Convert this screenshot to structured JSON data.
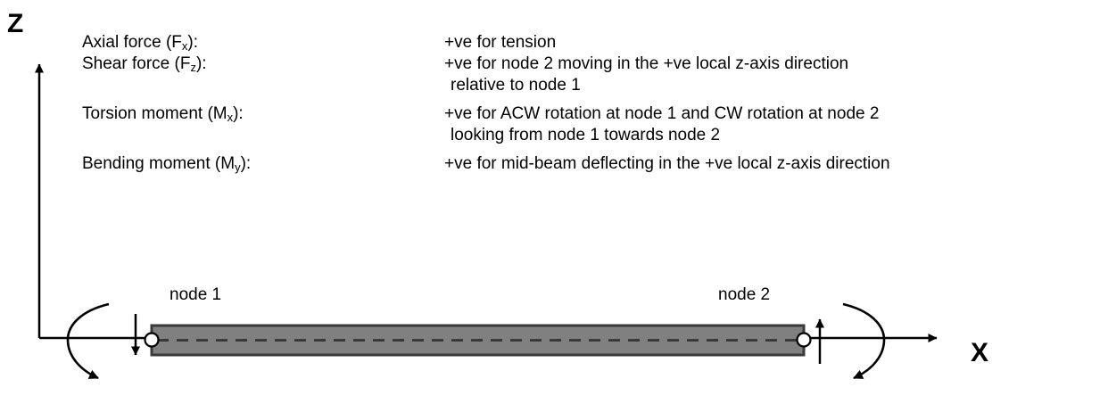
{
  "diagram": {
    "title_axes": {
      "z_axis_label": "Z",
      "x_axis_label": "X"
    },
    "sign_conventions": [
      {
        "name": "Axial force (F",
        "name_sub": "x",
        "name_tail": "):",
        "description": "+ve for tension",
        "continuation": ""
      },
      {
        "name": "Shear force (F",
        "name_sub": "z",
        "name_tail": "):",
        "description": "+ve for node 2 moving in the +ve local z-axis direction",
        "continuation": "relative to node 1"
      },
      {
        "name": "Torsion moment (M",
        "name_sub": "x",
        "name_tail": "):",
        "description": "+ve for ACW rotation at node 1 and CW rotation at node 2",
        "continuation": "looking from node 1 towards node 2"
      },
      {
        "name": "Bending moment (M",
        "name_sub": "y",
        "name_tail": "):",
        "description": "+ve for mid-beam deflecting in the +ve local z-axis direction",
        "continuation": ""
      }
    ],
    "beam": {
      "node1_label": "node 1",
      "node2_label": "node 2",
      "fill_color": "#808080",
      "stroke_color": "#3a3a3a",
      "centerline_style": "dashed",
      "node_marker_fill": "#ffffff"
    },
    "arrows": {
      "node1_shear": "down-arrow",
      "node2_shear": "up-arrow",
      "node1_torsion": "acw-curved-arrow",
      "node2_torsion": "cw-curved-arrow"
    },
    "colors": {
      "line": "#000000",
      "text": "#000000",
      "beam_fill": "#808080"
    }
  }
}
